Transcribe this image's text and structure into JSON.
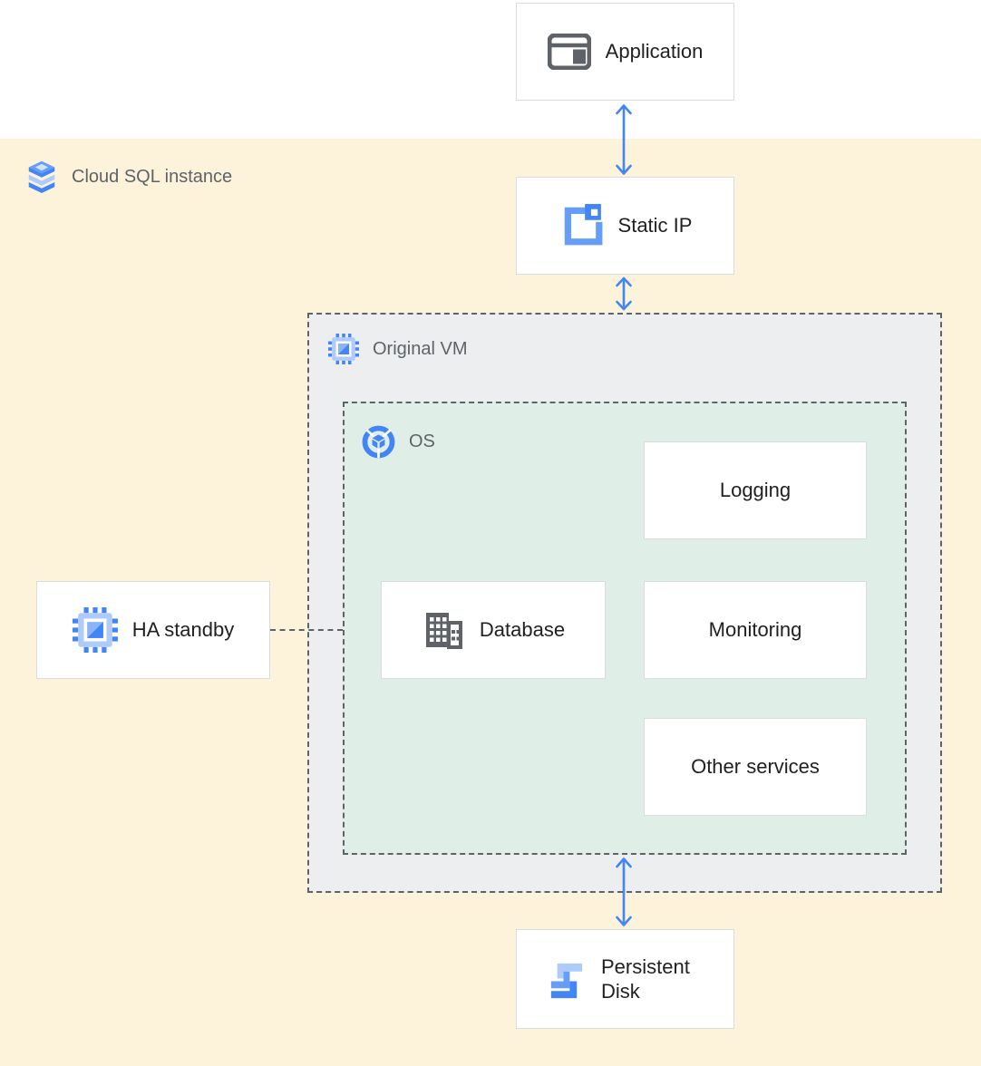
{
  "groups": {
    "cloud_sql": {
      "label": "Cloud SQL instance",
      "icon": "cloud-sql-icon",
      "bg_color": "#fcf3da"
    },
    "original_vm": {
      "label": "Original VM",
      "icon": "compute-engine-icon",
      "bg_color": "#eceef0"
    },
    "os": {
      "label": "OS",
      "icon": "os-icon",
      "bg_color": "#dfeee7"
    }
  },
  "nodes": {
    "application": {
      "label": "Application",
      "icon": "app-window-icon"
    },
    "static_ip": {
      "label": "Static IP",
      "icon": "static-ip-icon"
    },
    "logging": {
      "label": "Logging"
    },
    "database": {
      "label": "Database",
      "icon": "database-icon"
    },
    "monitoring": {
      "label": "Monitoring"
    },
    "other_services": {
      "label": "Other services"
    },
    "ha_standby": {
      "label": "HA standby",
      "icon": "compute-engine-icon"
    },
    "persistent_disk": {
      "label": "Persistent Disk",
      "icon": "persistent-disk-icon"
    }
  },
  "connectors": [
    {
      "from": "application",
      "to": "static_ip",
      "style": "double-arrow",
      "color": "#4285f4"
    },
    {
      "from": "static_ip",
      "to": "original_vm",
      "style": "double-arrow",
      "color": "#4285f4"
    },
    {
      "from": "os",
      "to": "persistent_disk",
      "style": "double-arrow",
      "color": "#4285f4"
    },
    {
      "from": "ha_standby",
      "to": "os",
      "style": "dashed-line",
      "color": "#5f6368"
    }
  ],
  "colors": {
    "cloud_sql_bg": "#fcf3da",
    "vm_bg": "#eceef0",
    "os_bg": "#dfeee7",
    "arrow_blue": "#4285f4",
    "dashed_border": "#5f6368",
    "node_border": "#dadce0",
    "node_text": "#212121",
    "group_text": "#5f6368"
  }
}
